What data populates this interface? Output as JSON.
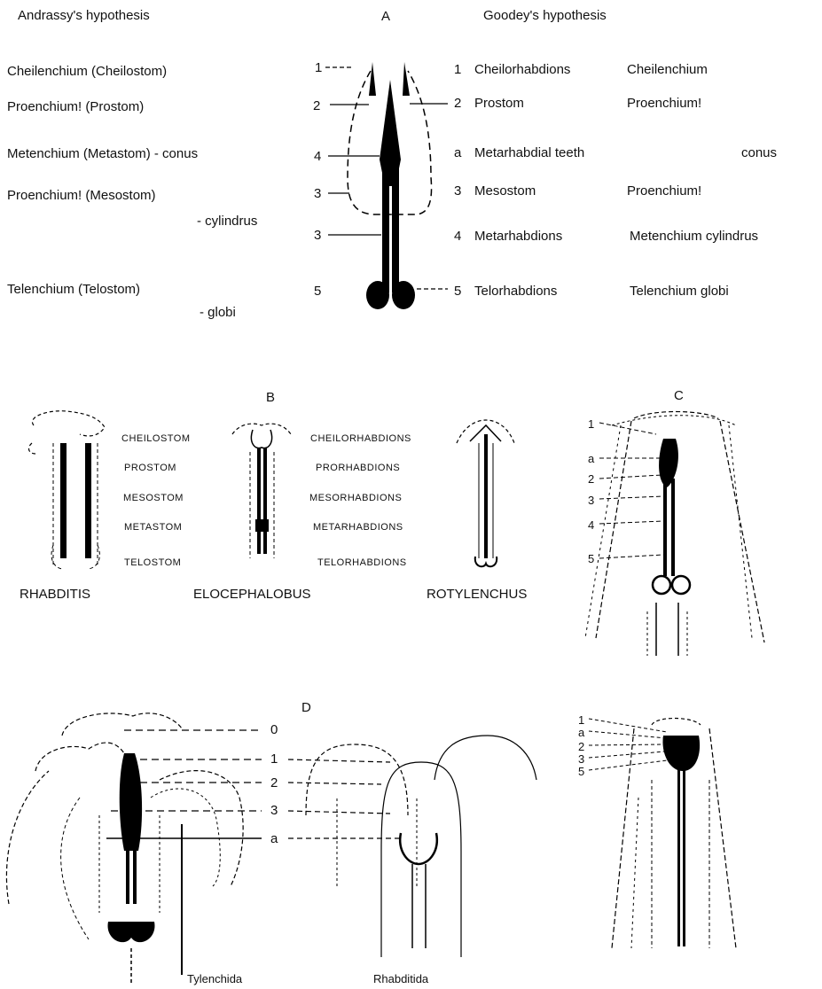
{
  "panel_a": {
    "label": "A",
    "andrassy_title": "Andrassy's hypothesis",
    "goodey_title": "Goodey's hypothesis",
    "left_terms": [
      "Cheilenchium (Cheilostom)",
      "Proenchium! (Prostom)",
      "Metenchium (Metastom) - conus",
      "Proenchium! (Mesostom)",
      "- cylindrus",
      "Telenchium (Telostom)",
      "- globi"
    ],
    "pointer_numbers": [
      "1",
      "2",
      "4",
      "3",
      "3",
      "5"
    ],
    "right_numbers": [
      "1",
      "2",
      "a",
      "3",
      "4",
      "5"
    ],
    "right_terms": [
      "Cheilorhabdions",
      "Prostom",
      "Metarhabdial teeth",
      "Mesostom",
      "Metarhabdions",
      "Telorhabdions"
    ],
    "right_terms_2": [
      "Cheilenchium",
      "Proenchium!",
      "conus",
      "Proenchium!",
      "Metenchium cylindrus",
      "Telenchium globi"
    ]
  },
  "panel_b": {
    "label": "B",
    "left_parts": [
      "CHEILOSTOM",
      "PROSTOM",
      "MESOSTOM",
      "METASTOM",
      "TELOSTOM"
    ],
    "right_parts": [
      "CHEILORHABDIONS",
      "PRORHABDIONS",
      "MESORHABDIONS",
      "METARHABDIONS",
      "TELORHABDIONS"
    ],
    "genera": [
      "RHABDITIS",
      "ELOCEPHALOBUS",
      "ROTYLENCHUS"
    ]
  },
  "panel_c": {
    "label": "C",
    "numbers": [
      "1",
      "a",
      "2",
      "3",
      "4",
      "5"
    ]
  },
  "panel_d": {
    "label": "D",
    "numbers": [
      "0",
      "1",
      "2",
      "3",
      "a"
    ],
    "side_numbers": [
      "1",
      "a",
      "2",
      "3",
      "5"
    ],
    "tylenchida": "Tylenchida",
    "rhabditida": "Rhabditida"
  }
}
